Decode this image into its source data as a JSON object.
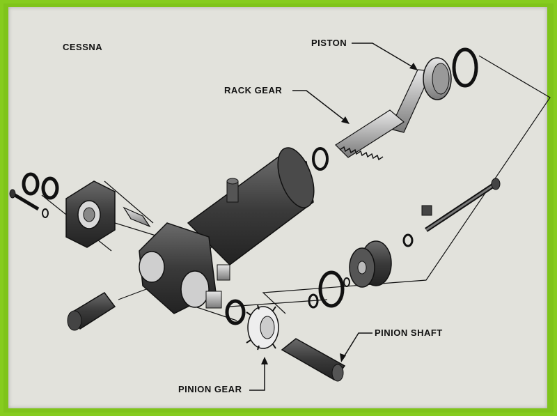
{
  "diagram": {
    "brand": "CESSNA",
    "labels": {
      "piston": "PISTON",
      "rack_gear": "RACK GEAR",
      "pinion_shaft": "PINION SHAFT",
      "pinion_gear": "PINION GEAR"
    },
    "colors": {
      "frame": "#7fc41b",
      "background": "#e2e2dc",
      "part_dark": "#3d3d3d",
      "part_mid": "#6a6a6a",
      "part_light": "#bdbdbd",
      "line": "#111111"
    }
  }
}
